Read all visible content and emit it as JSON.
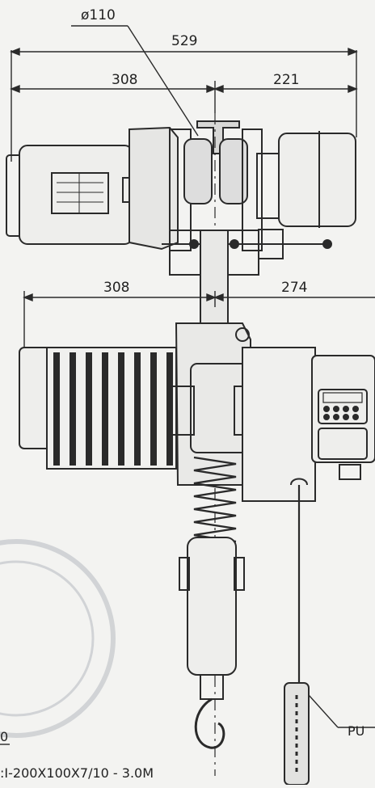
{
  "drawing": {
    "dimensions": {
      "diameter": "ø110",
      "overall_width": "529",
      "trolley_left": "308",
      "trolley_right": "221",
      "hoist_left": "308",
      "hoist_right": "274"
    },
    "labels": {
      "pendant_callout": "PU",
      "partial_circle": "0",
      "beam_spec": ":I-200X100X7/10 - 3.0M"
    },
    "colors": {
      "line": "#2a2a2a",
      "paper": "#f3f3f1",
      "stamp": "#c9ccd0"
    }
  }
}
